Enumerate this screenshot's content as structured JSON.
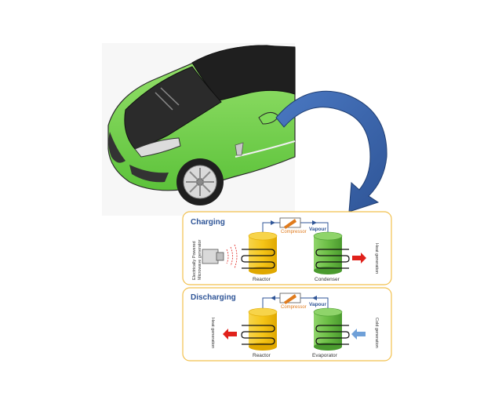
{
  "charging": {
    "title": "Charging",
    "compressor": "Compressor",
    "vapour": "Vapour",
    "reactor": "Reactor",
    "condenser": "Condenser",
    "source_label_1": "Electrically Powered",
    "source_label_2": "Microwave generator",
    "output_label": "Heat generation"
  },
  "discharging": {
    "title": "Discharging",
    "compressor": "Compressor",
    "vapour": "Vapour",
    "reactor": "Reactor",
    "evaporator": "Evaporator",
    "output_label": "Heat generation",
    "input_label": "Cold generation"
  },
  "colors": {
    "car_body": "#7ed957",
    "hood": "#2b2b2b",
    "big_arrow": "#2f5597",
    "panel_border": "#f2c04d",
    "reactor": "#f5c518",
    "condenser": "#6bbd45",
    "heat_arrow": "#e0211b",
    "cold_arrow": "#6fa0d8",
    "title": "#2f5597"
  }
}
